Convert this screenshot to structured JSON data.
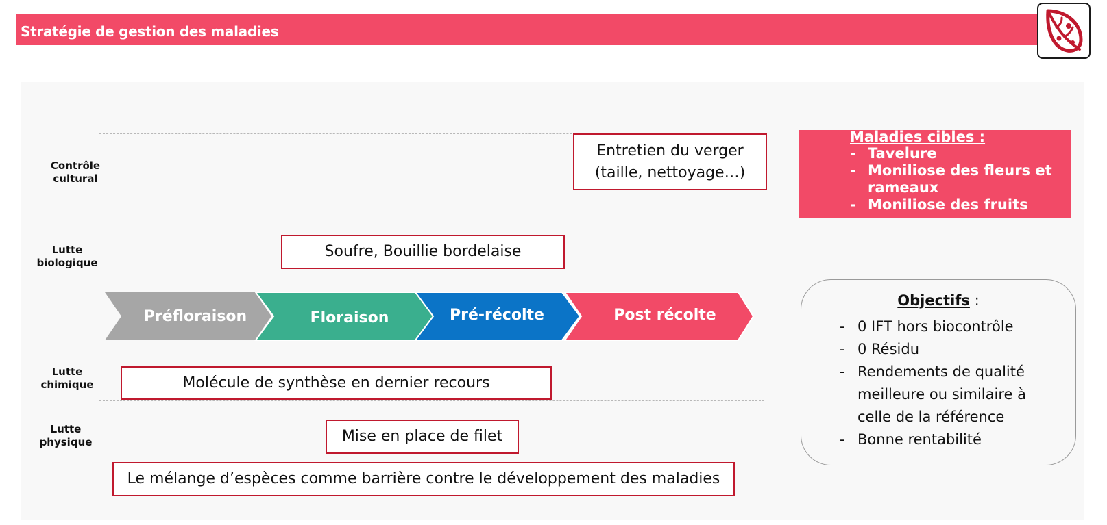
{
  "header": {
    "title": "Stratégie de gestion des maladies"
  },
  "rows": {
    "controle_cultural": [
      "Contrôle",
      "cultural"
    ],
    "lutte_biologique": [
      "Lutte",
      "biologique"
    ],
    "lutte_chimique": [
      "Lutte",
      "chimique"
    ],
    "lutte_physique": [
      "Lutte",
      "physique"
    ]
  },
  "actions": {
    "entretien_line1": "Entretien du verger",
    "entretien_line2": "(taille, nettoyage…)",
    "soufre": "Soufre, Bouillie bordelaise",
    "molecule": "Molécule de synthèse en dernier recours",
    "filet": "Mise en place de filet",
    "melange": "Le mélange d’espèces comme barrière contre le développement des maladies"
  },
  "stages": [
    {
      "label": "Préfloraison",
      "color": "#a6a6a6"
    },
    {
      "label": "Floraison",
      "color": "#3aaf8e"
    },
    {
      "label": "Pré-récolte",
      "color": "#0b74c7"
    },
    {
      "label": "Post récolte",
      "color": "#f24a67"
    }
  ],
  "targets": {
    "title": "Maladies cibles :",
    "items": [
      "Tavelure",
      "Moniliose des fleurs et rameaux",
      "Moniliose des fruits"
    ]
  },
  "objectives": {
    "title": "Objectifs",
    "title_suffix": " :",
    "items": [
      "0 IFT hors biocontrôle",
      "0 Résidu",
      "Rendements de qualité meilleure ou similaire à celle de la référence",
      "Bonne rentabilité"
    ]
  },
  "colors": {
    "accent": "#f24a67",
    "box_border": "#c0192e"
  }
}
